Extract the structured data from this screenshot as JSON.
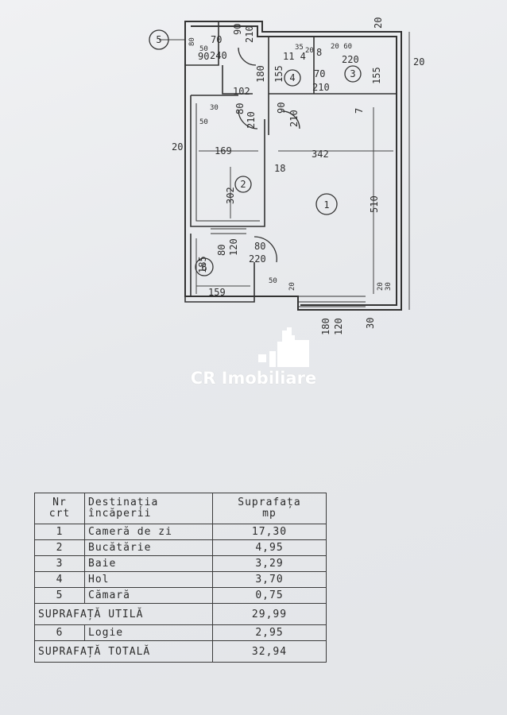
{
  "plan": {
    "room_numbers": [
      "1",
      "2",
      "3",
      "4",
      "5",
      "6"
    ],
    "dimensions": {
      "top_70": "70",
      "top_240": "240",
      "top_90": "90",
      "top_210a": "210",
      "top_20": "20",
      "right_20": "20",
      "c5_80": "80",
      "c5_90": "90",
      "c5_50": "50",
      "d_180": "180",
      "d_155a": "155",
      "d_114": "11 4",
      "d_35": "35",
      "d_20a": "20",
      "d_8": "8",
      "d_20_60": "20 60",
      "d_220a": "220",
      "d_155b": "155",
      "d_70b": "70",
      "d_210b": "210",
      "d_102": "102",
      "d_80a": "80",
      "d_210c": "210",
      "d_90b": "90",
      "d_210d": "210",
      "d_7": "7",
      "d_30": "30",
      "d_50a": "50",
      "left_20": "20",
      "d_169": "169",
      "d_342": "342",
      "d_18": "18",
      "d_302": "302",
      "d_510": "510",
      "d_80b": "80",
      "d_120a": "120",
      "d_80c": "80",
      "d_220b": "220",
      "d_185": "185",
      "d_159": "159",
      "d_50b": "50",
      "d_20b": "20",
      "d_20c": "20",
      "d_30b": "30",
      "d_180b": "180",
      "d_120b": "120",
      "d_30c": "30"
    }
  },
  "watermark": {
    "text": "CR Imobiliare"
  },
  "table": {
    "headers": {
      "nr": "Nr",
      "crt": "crt",
      "dest1": "Destinația",
      "dest2": "încăperii",
      "supr": "Suprafața",
      "mp": "mp"
    },
    "rows": [
      {
        "nr": "1",
        "name": "Cameră de zi",
        "area": "17,30"
      },
      {
        "nr": "2",
        "name": "Bucătărie",
        "area": "4,95"
      },
      {
        "nr": "3",
        "name": "Baie",
        "area": "3,29"
      },
      {
        "nr": "4",
        "name": "Hol",
        "area": "3,70"
      },
      {
        "nr": "5",
        "name": "Cămară",
        "area": "0,75"
      }
    ],
    "usable": {
      "label": "SUPRAFAȚĂ UTILĂ",
      "area": "29,99"
    },
    "loggia": {
      "nr": "6",
      "name": "Logie",
      "area": "2,95"
    },
    "total": {
      "label": "SUPRAFAȚĂ TOTALĂ",
      "area": "32,94"
    }
  }
}
